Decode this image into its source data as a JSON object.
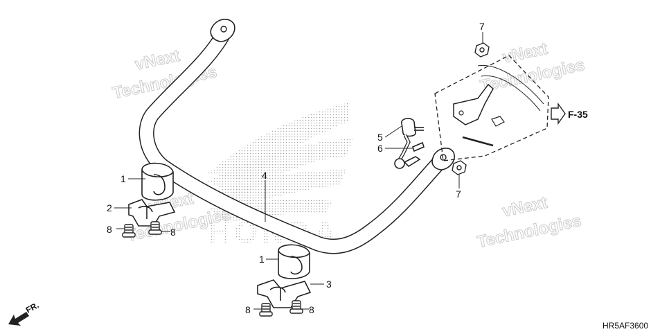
{
  "callouts": [
    {
      "id": "c1a",
      "text": "1"
    },
    {
      "id": "c2",
      "text": "2"
    },
    {
      "id": "c8a",
      "text": "8"
    },
    {
      "id": "c8b",
      "text": "8"
    },
    {
      "id": "c4",
      "text": "4"
    },
    {
      "id": "c5",
      "text": "5"
    },
    {
      "id": "c6",
      "text": "6"
    },
    {
      "id": "c7a",
      "text": "7"
    },
    {
      "id": "c7b",
      "text": "7"
    },
    {
      "id": "c1b",
      "text": "1"
    },
    {
      "id": "c3",
      "text": "3"
    },
    {
      "id": "c8c",
      "text": "8"
    },
    {
      "id": "c8d",
      "text": "8"
    }
  ],
  "reference": "F-35",
  "front_marker": "FR.",
  "diagram_code": "HR5AF3600",
  "watermark": {
    "line1": "vNext",
    "line2": "Technologies"
  },
  "logo_text": "HONDA",
  "colors": {
    "line": "#222222",
    "watermark": "#cfcfcf",
    "dots": "#9a9a9a"
  }
}
